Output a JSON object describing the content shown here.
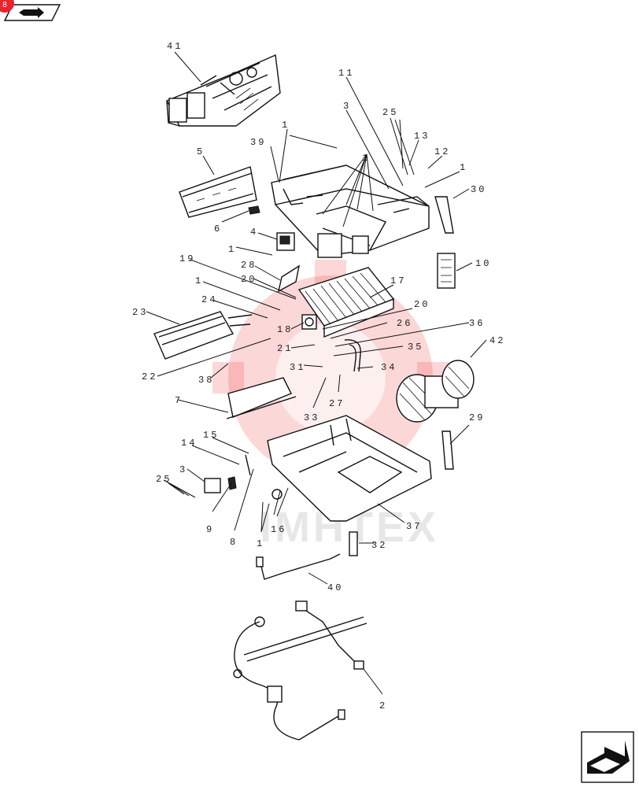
{
  "badge": {
    "text": "8"
  },
  "watermark": {
    "text": "IMHTEX",
    "color": "#f04a4a"
  },
  "callouts": [
    {
      "id": "c41",
      "label": "41"
    },
    {
      "id": "c1a",
      "label": "1"
    },
    {
      "id": "c39",
      "label": "39"
    },
    {
      "id": "c11",
      "label": "11"
    },
    {
      "id": "c3a",
      "label": "3"
    },
    {
      "id": "c25a",
      "label": "25"
    },
    {
      "id": "c13",
      "label": "13"
    },
    {
      "id": "c12",
      "label": "12"
    },
    {
      "id": "c1b",
      "label": "1"
    },
    {
      "id": "c1c",
      "label": "1"
    },
    {
      "id": "c30",
      "label": "30"
    },
    {
      "id": "c5",
      "label": "5"
    },
    {
      "id": "c6",
      "label": "6"
    },
    {
      "id": "c4",
      "label": "4"
    },
    {
      "id": "c1d",
      "label": "1"
    },
    {
      "id": "c10",
      "label": "10"
    },
    {
      "id": "c19",
      "label": "19"
    },
    {
      "id": "c28",
      "label": "28"
    },
    {
      "id": "c20a",
      "label": "20"
    },
    {
      "id": "c1e",
      "label": "1"
    },
    {
      "id": "c17",
      "label": "17"
    },
    {
      "id": "c24",
      "label": "24"
    },
    {
      "id": "c23",
      "label": "23"
    },
    {
      "id": "c20b",
      "label": "20"
    },
    {
      "id": "c18",
      "label": "18"
    },
    {
      "id": "c26",
      "label": "26"
    },
    {
      "id": "c36",
      "label": "36"
    },
    {
      "id": "c21",
      "label": "21"
    },
    {
      "id": "c35",
      "label": "35"
    },
    {
      "id": "c42",
      "label": "42"
    },
    {
      "id": "c22",
      "label": "22"
    },
    {
      "id": "c31",
      "label": "31"
    },
    {
      "id": "c34",
      "label": "34"
    },
    {
      "id": "c38",
      "label": "38"
    },
    {
      "id": "c7",
      "label": "7"
    },
    {
      "id": "c27",
      "label": "27"
    },
    {
      "id": "c33",
      "label": "33"
    },
    {
      "id": "c29",
      "label": "29"
    },
    {
      "id": "c15",
      "label": "15"
    },
    {
      "id": "c14",
      "label": "14"
    },
    {
      "id": "c3b",
      "label": "3"
    },
    {
      "id": "c25b",
      "label": "25"
    },
    {
      "id": "c9",
      "label": "9"
    },
    {
      "id": "c8",
      "label": "8"
    },
    {
      "id": "c16",
      "label": "16"
    },
    {
      "id": "c1f",
      "label": "1"
    },
    {
      "id": "c37",
      "label": "37"
    },
    {
      "id": "c32",
      "label": "32"
    },
    {
      "id": "c40",
      "label": "40"
    },
    {
      "id": "c2",
      "label": "2"
    }
  ],
  "icons": {
    "prev": "back-arrow-icon",
    "next": "forward-arrow-icon"
  }
}
